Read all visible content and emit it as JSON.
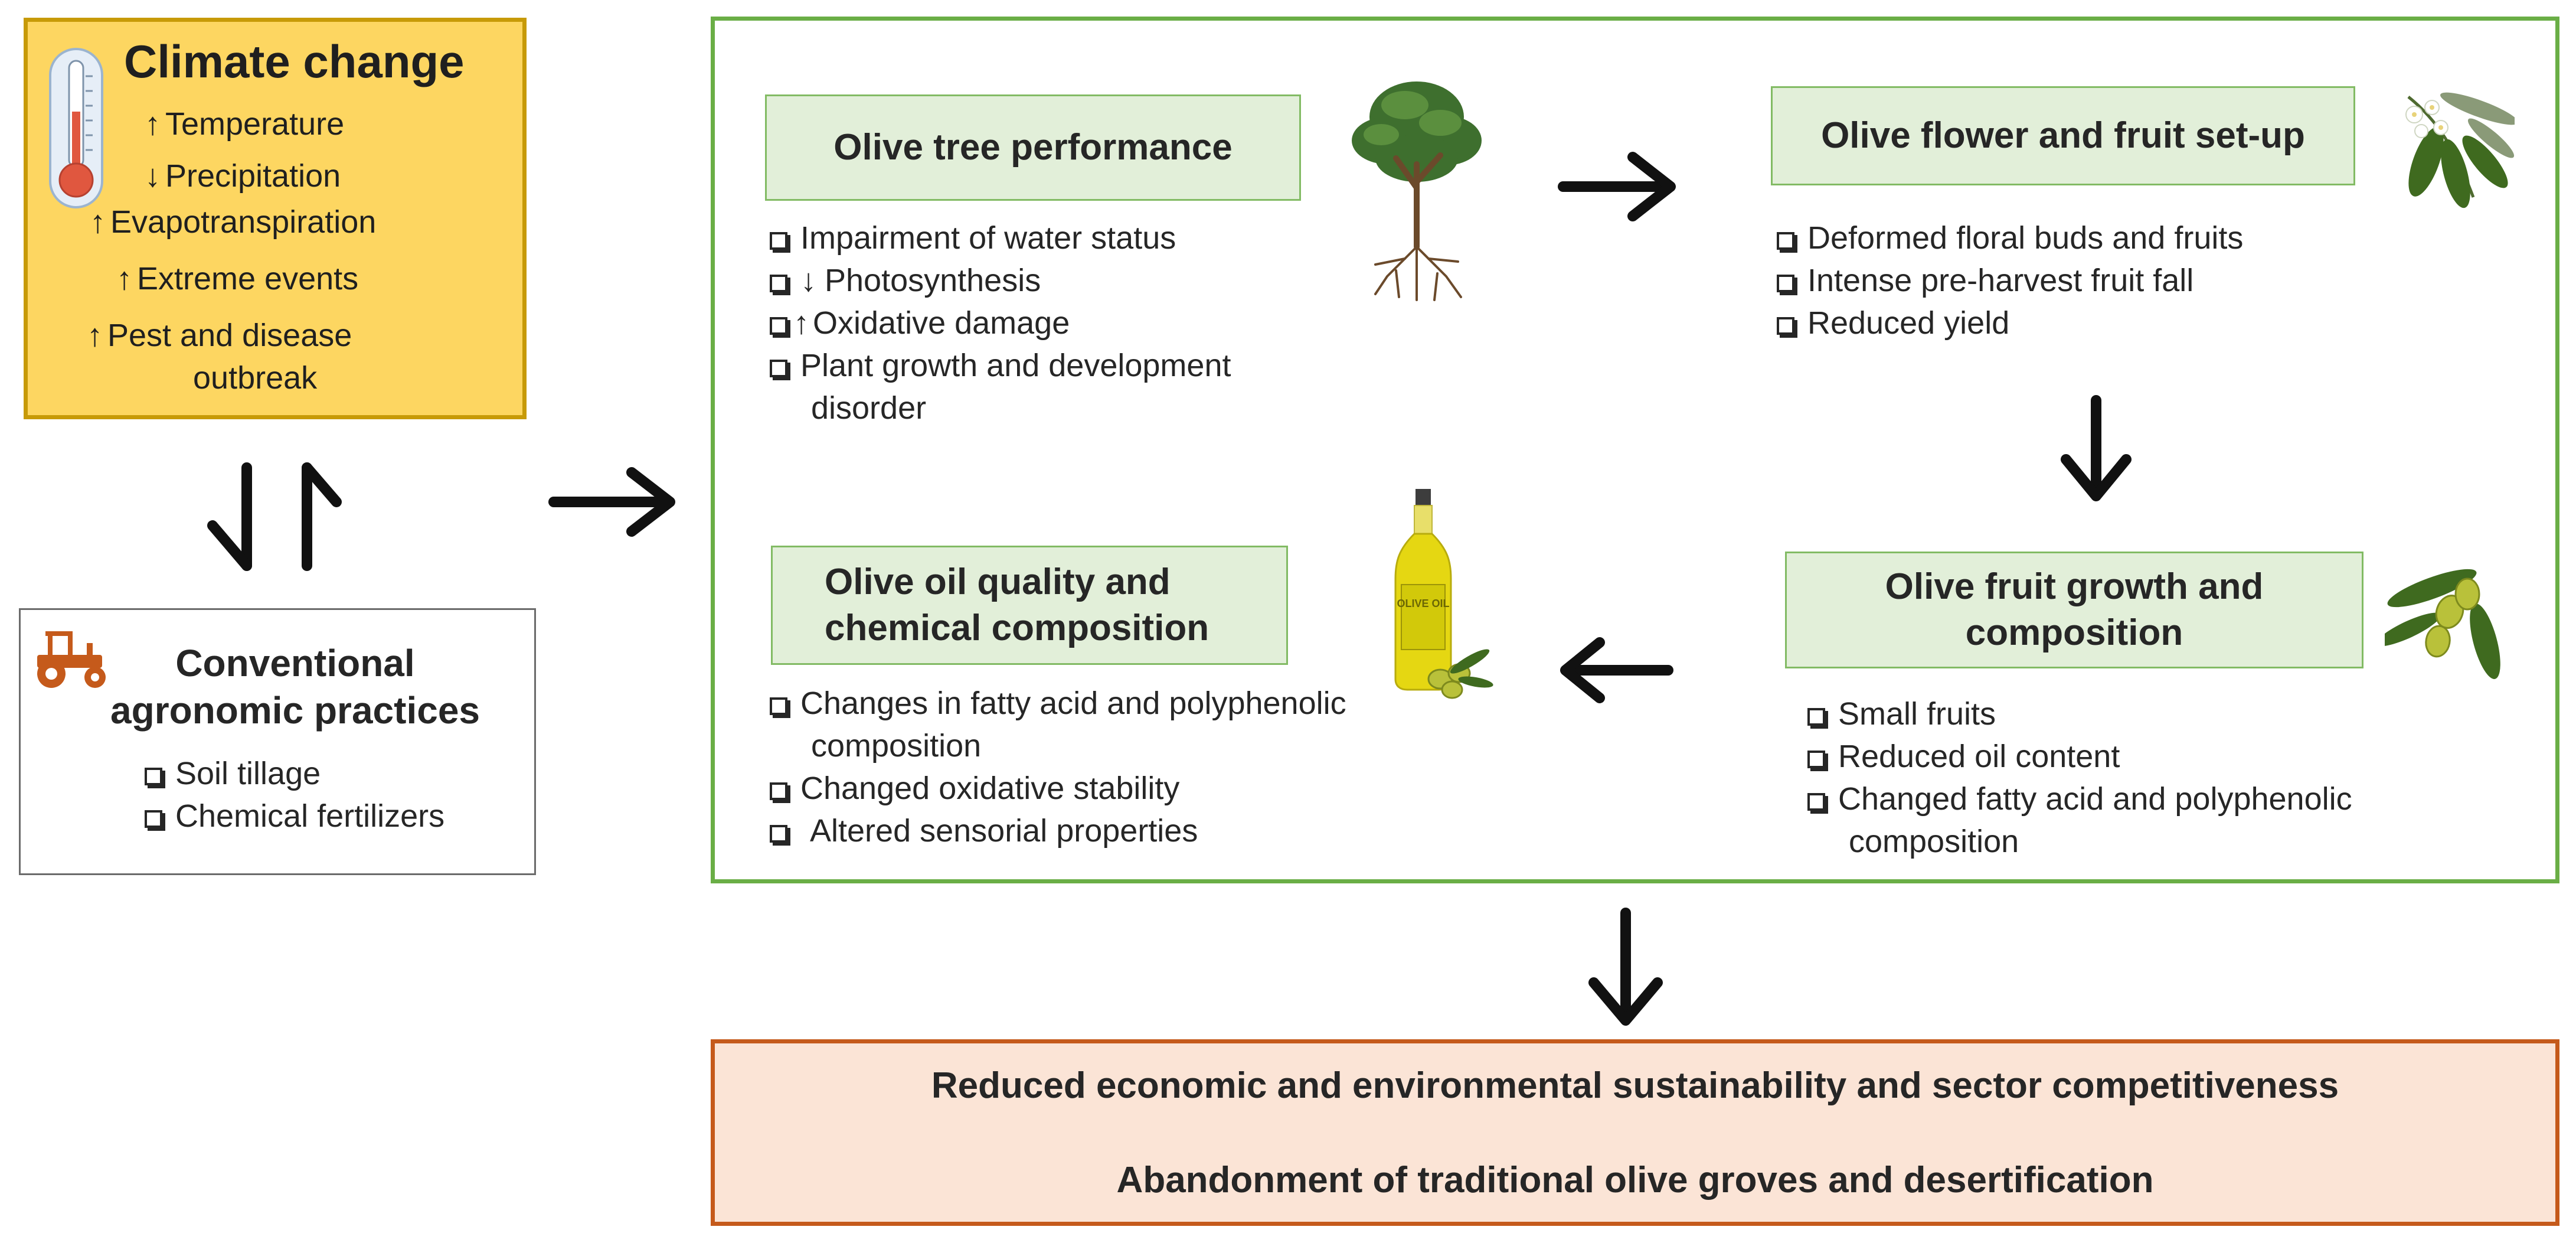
{
  "climate": {
    "title": "Climate change",
    "items": [
      {
        "arrow": "↑",
        "text": "Temperature"
      },
      {
        "arrow": "↓",
        "text": "Precipitation"
      },
      {
        "arrow": "↑",
        "text": "Evapotranspiration"
      },
      {
        "arrow": "↑",
        "text": "Extreme events"
      },
      {
        "arrow": "↑",
        "text": "Pest and disease"
      }
    ],
    "last_line": "outbreak"
  },
  "conventional": {
    "title_1": "Conventional",
    "title_2": "agronomic practices",
    "items": [
      "Soil tillage",
      "Chemical fertilizers"
    ]
  },
  "tree": {
    "title": "Olive tree performance",
    "items": [
      "Impairment of water status",
      "Photosynthesis",
      "Oxidative damage",
      "Plant growth and development"
    ],
    "item2_arrow": "↓",
    "item3_arrow": "↑",
    "item4_cont": "disorder"
  },
  "flower": {
    "title": "Olive flower and fruit set-up",
    "items": [
      "Deformed floral buds and fruits",
      "Intense pre-harvest fruit fall",
      "Reduced yield"
    ]
  },
  "fruit": {
    "title_1": "Olive fruit growth and",
    "title_2": "composition",
    "items": [
      "Small fruits",
      "Reduced oil content",
      "Changed fatty acid and polyphenolic"
    ],
    "item3_cont": "composition"
  },
  "oil": {
    "title_1": "Olive oil quality and",
    "title_2": "chemical composition",
    "items": [
      "Changes in fatty acid and polyphenolic",
      "Changed oxidative stability",
      "Altered sensorial properties"
    ],
    "item1_cont": "composition",
    "bottle_label": "OLIVE OIL"
  },
  "outcome": {
    "line_1": "Reduced economic and environmental sustainability and sector competitiveness",
    "line_2": "Abandonment of traditional olive groves and desertification"
  },
  "colors": {
    "climate_fill": "#fdd661",
    "climate_border": "#c79a07",
    "green_frame": "#6aae46",
    "green_box_fill": "#e2efd9",
    "outcome_fill": "#fbe4d6",
    "outcome_border": "#c55a1b",
    "tractor": "#c55a1b"
  }
}
